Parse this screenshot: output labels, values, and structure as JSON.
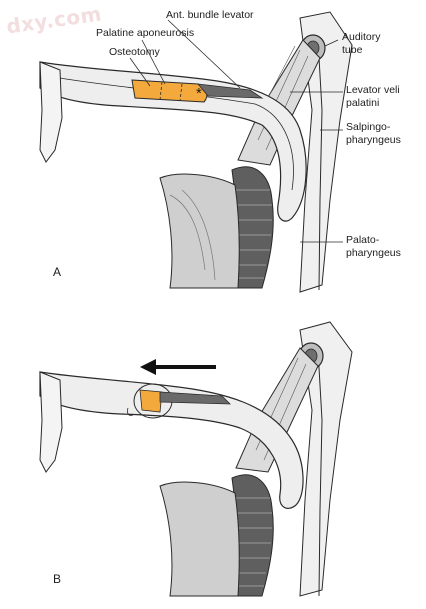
{
  "watermark": "dxy.com",
  "panel_a": {
    "letter": "A",
    "labels": {
      "ant_bundle_levator": "Ant. bundle levator",
      "palatine_aponeurosis": "Palatine aponeurosis",
      "osteotomy": "Osteotomy",
      "auditory_tube_1": "Auditory",
      "auditory_tube_2": "tube",
      "levator_1": "Levator veli",
      "levator_2": "palatini",
      "salpingo_1": "Salpingo-",
      "salpingo_2": "pharyngeus",
      "palato_1": "Palato-",
      "palato_2": "pharyngeus",
      "asterisk": "*"
    }
  },
  "panel_b": {
    "letter": "B"
  },
  "colors": {
    "line": "#2a2a2a",
    "fill_light": "#efefef",
    "fill_mid": "#c9c9c9",
    "fill_dark": "#7a7a7a",
    "muscle_dark": "#5a5a5a",
    "osteotomy": "#f4a93c",
    "arrow": "#111111"
  }
}
